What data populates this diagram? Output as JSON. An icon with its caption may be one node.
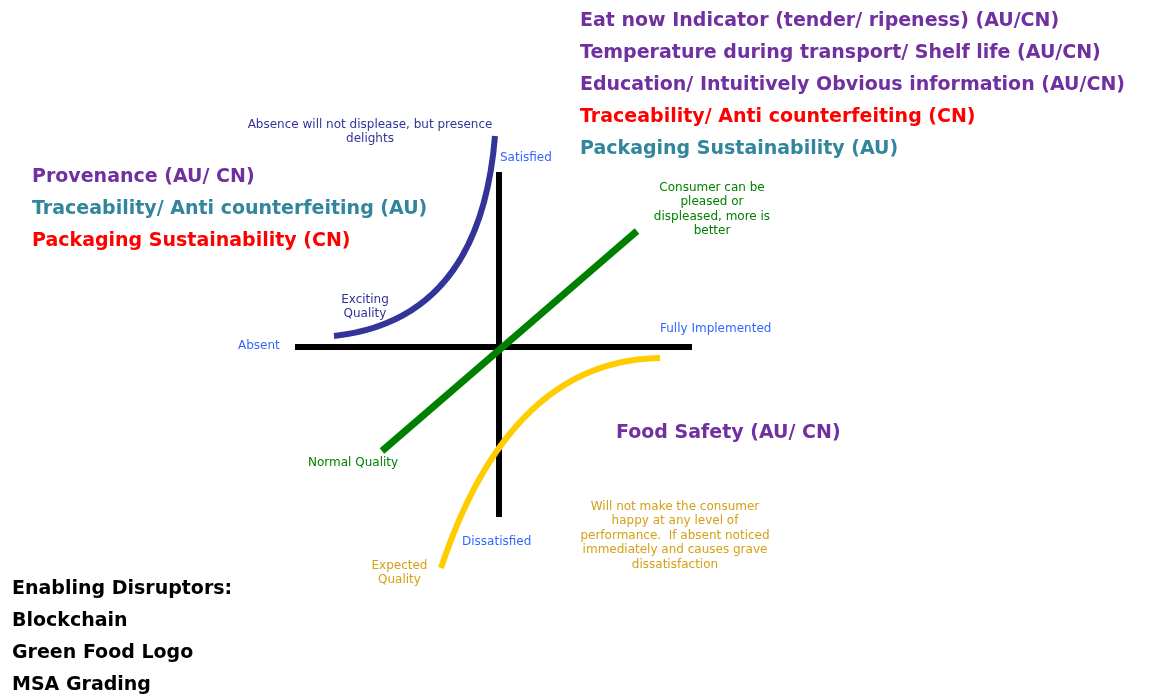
{
  "diagram": {
    "labels": [
      "Eat now Indicator (tender/ ripeness) (AU/CN)",
      "Temperature during transport/ Shelf life (AU/CN)",
      "Education/ Intuitively Obvious information (AU/CN)",
      "Traceability/ Anti counterfeiting (CN)",
      "Absence will not displease, but presence delights",
      "Packaging Sustainability (AU)",
      "Satisfied",
      "Provenance (AU/ CN)",
      "Consumer can be pleased or displeased, more is better",
      "Traceability/ Anti counterfeiting (AU)",
      "Packaging Sustainability (CN)",
      "Exciting Quality",
      "Fully Implemented",
      "Absent",
      "Food Safety (AU/ CN)",
      "Normal Quality",
      "Will not make the consumer happy at any level of performance.  If absent noticed immediately and causes grave dissatisfaction",
      "Dissatisfied",
      "Expected Quality",
      "Enabling Disruptors:",
      "Blockchain",
      "Green Food Logo",
      "MSA Grading"
    ]
  }
}
